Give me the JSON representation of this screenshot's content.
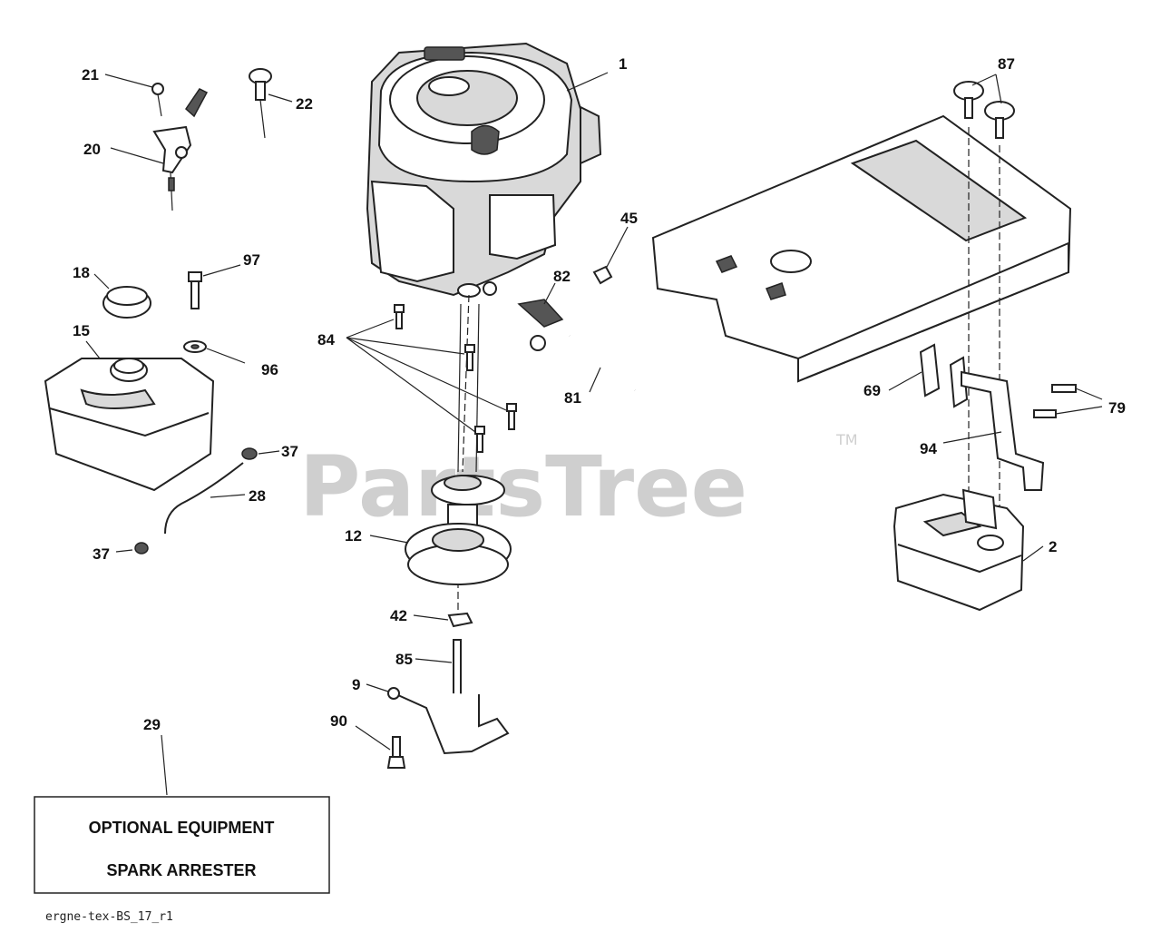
{
  "watermark": {
    "text": "PartsTree",
    "trademark": "TM"
  },
  "optional_box": {
    "line1": "OPTIONAL EQUIPMENT",
    "line2": "SPARK ARRESTER"
  },
  "drawing_code": "ergne-tex-BS_17_r1",
  "labels": {
    "p1": "1",
    "p2": "2",
    "p9": "9",
    "p12": "12",
    "p15": "15",
    "p18": "18",
    "p20": "20",
    "p21": "21",
    "p22": "22",
    "p28": "28",
    "p29": "29",
    "p37a": "37",
    "p37b": "37",
    "p42": "42",
    "p45": "45",
    "p69": "69",
    "p79": "79",
    "p81": "81",
    "p82": "82",
    "p84": "84",
    "p85": "85",
    "p87": "87",
    "p90": "90",
    "p94": "94",
    "p96": "96",
    "p97": "97"
  }
}
